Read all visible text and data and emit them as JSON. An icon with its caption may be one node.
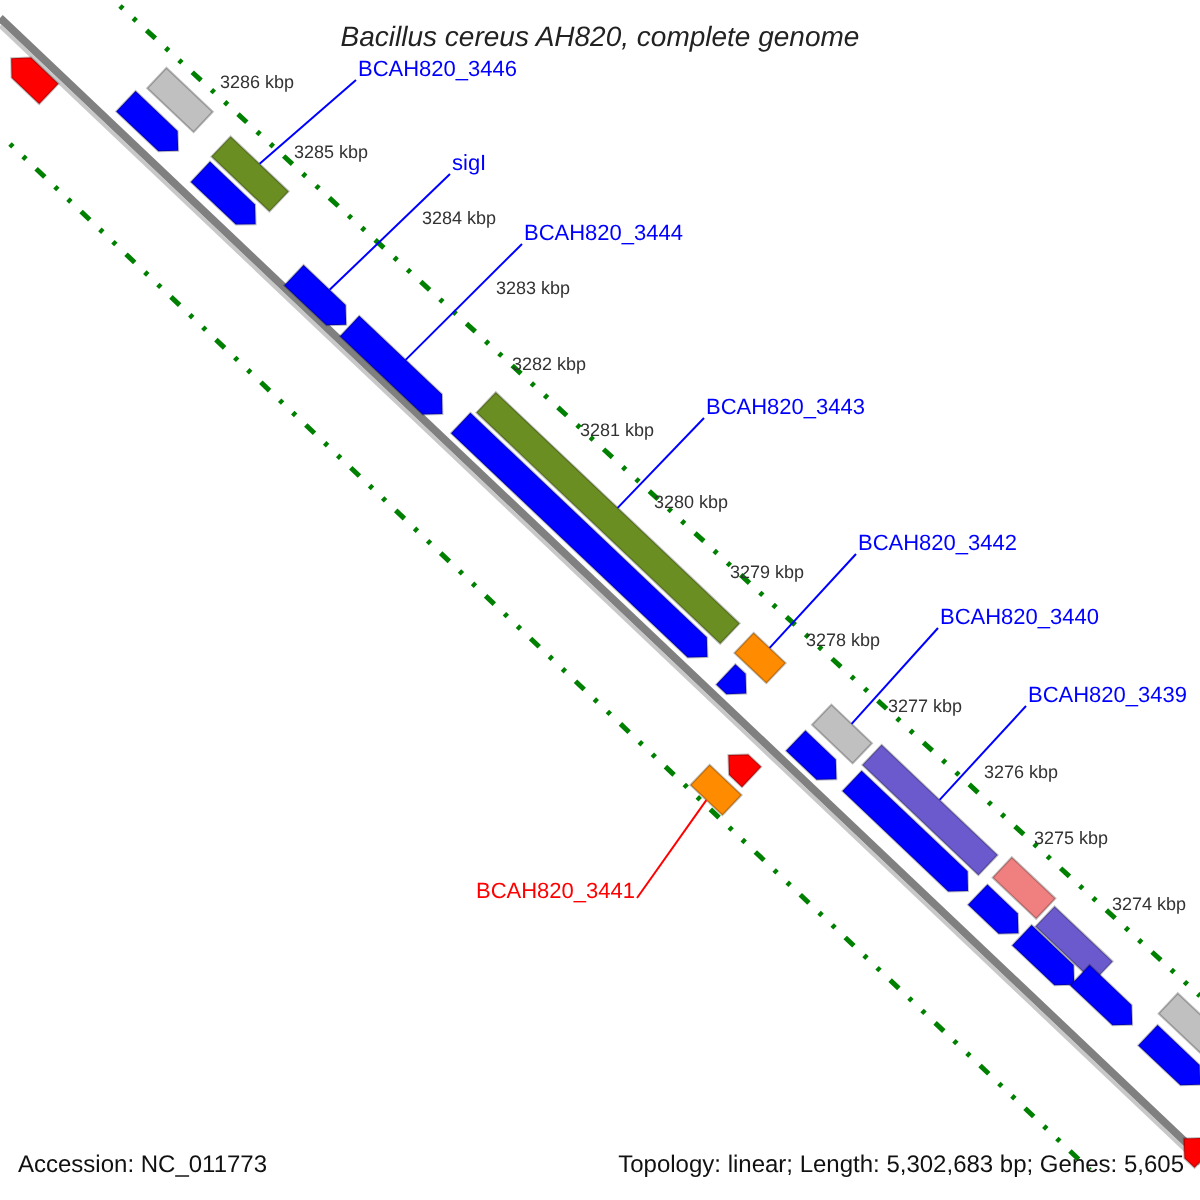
{
  "diagram": {
    "title": "Bacillus cereus AH820, complete genome",
    "nodes": [
      {
        "text": [],
        "shape": "pentagon"
      },
      {
        "text": [],
        "shape": "box"
      },
      {
        "text": [],
        "shape": "pentagon"
      },
      {
        "text": [],
        "shape": "box"
      },
      {
        "text": [],
        "shape": "pentagon"
      },
      {
        "text": [],
        "shape": "pentagon"
      },
      {
        "text": [],
        "shape": "pentagon"
      },
      {
        "text": [],
        "shape": "box"
      },
      {
        "text": [],
        "shape": "pentagon"
      },
      {
        "text": [],
        "shape": "box"
      },
      {
        "text": [],
        "shape": "pentagon"
      },
      {
        "text": [],
        "shape": "pentagon"
      },
      {
        "text": [],
        "shape": "box"
      },
      {
        "text": [],
        "shape": "box"
      },
      {
        "text": [],
        "shape": "pentagon"
      },
      {
        "text": [],
        "shape": "box"
      },
      {
        "text": [],
        "shape": "pentagon"
      },
      {
        "text": [],
        "shape": "box"
      },
      {
        "text": [],
        "shape": "pentagon"
      },
      {
        "text": [],
        "shape": "box"
      },
      {
        "text": [],
        "shape": "pentagon"
      },
      {
        "text": [],
        "shape": "pentagon"
      },
      {
        "text": [],
        "shape": "box"
      },
      {
        "text": [],
        "shape": "pentagon"
      },
      {
        "text": [],
        "shape": "pentagon"
      },
      {
        "text": [
          "BCAH820_3446"
        ]
      },
      {
        "text": [
          "sigI"
        ]
      },
      {
        "text": [
          "BCAH820_3444"
        ]
      },
      {
        "text": [
          "BCAH820_3443"
        ]
      },
      {
        "text": [
          "BCAH820_3442"
        ]
      },
      {
        "text": [
          "BCAH820_3440"
        ]
      },
      {
        "text": [
          "BCAH820_3439"
        ]
      },
      {
        "text": [
          "BCAH820_3441"
        ]
      }
    ],
    "edges": [
      {
        "from": 25,
        "to": 3,
        "arrow": "none"
      },
      {
        "from": 26,
        "to": 5,
        "arrow": "none"
      },
      {
        "from": 27,
        "to": 6,
        "arrow": "none"
      },
      {
        "from": 28,
        "to": 7,
        "arrow": "none"
      },
      {
        "from": 29,
        "to": 9,
        "arrow": "none"
      },
      {
        "from": 30,
        "to": 13,
        "arrow": "none"
      },
      {
        "from": 31,
        "to": 15,
        "arrow": "none"
      },
      {
        "from": 32,
        "to": 12,
        "arrow": "none",
        "color": "#ff0000"
      }
    ],
    "labels": [
      "3286 kbp",
      "3285 kbp",
      "3284 kbp",
      "3283 kbp",
      "3282 kbp",
      "3281 kbp",
      "3280 kbp",
      "3279 kbp",
      "3278 kbp",
      "3277 kbp",
      "3276 kbp",
      "3275 kbp",
      "3274 kbp",
      "Accession: NC_011773",
      "Topology: linear; Length: 5,302,683 bp; Genes: 5,605"
    ]
  }
}
